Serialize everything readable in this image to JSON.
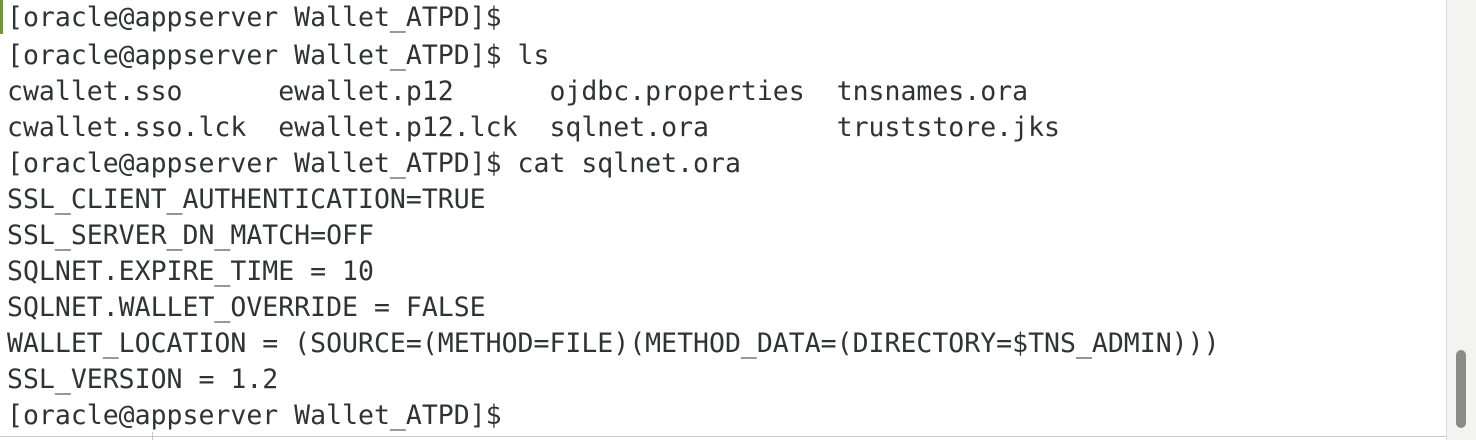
{
  "terminal": {
    "lines": [
      "[oracle@appserver Wallet_ATPD]$",
      "[oracle@appserver Wallet_ATPD]$ ls",
      "cwallet.sso      ewallet.p12      ojdbc.properties  tnsnames.ora",
      "cwallet.sso.lck  ewallet.p12.lck  sqlnet.ora        truststore.jks",
      "[oracle@appserver Wallet_ATPD]$ cat sqlnet.ora",
      "SSL_CLIENT_AUTHENTICATION=TRUE",
      "SSL_SERVER_DN_MATCH=OFF",
      "SQLNET.EXPIRE_TIME = 10",
      "SQLNET.WALLET_OVERRIDE = FALSE",
      "WALLET_LOCATION = (SOURCE=(METHOD=FILE)(METHOD_DATA=(DIRECTORY=$TNS_ADMIN)))",
      "SSL_VERSION = 1.2",
      "[oracle@appserver Wallet_ATPD]$"
    ]
  },
  "colors": {
    "text": "#2e3436",
    "background": "#ffffff",
    "scrollbar_thumb": "#8a8a88",
    "accent": "#6e9a2e"
  }
}
